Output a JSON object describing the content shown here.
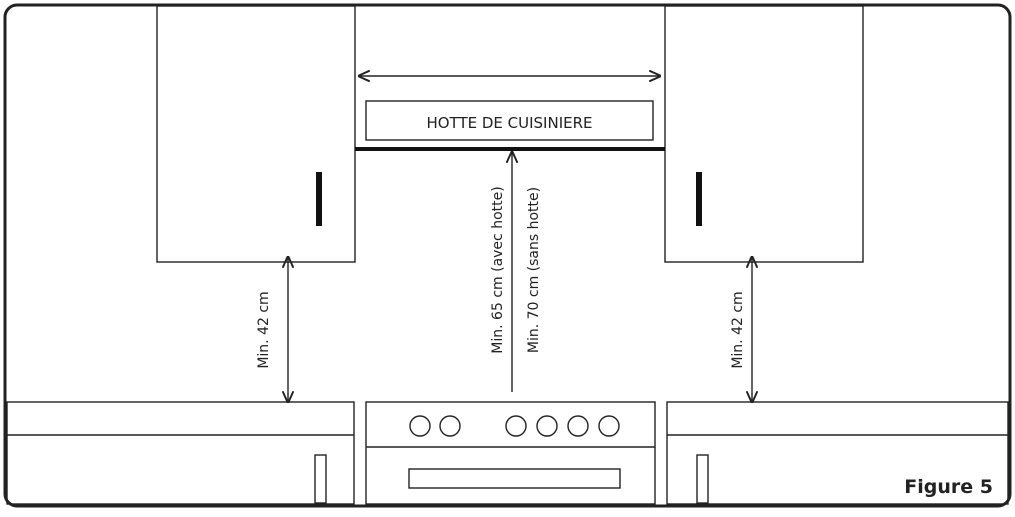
{
  "hood_label": "HOTTE DE CUISINIERE",
  "clearance_left": "Min. 42 cm",
  "clearance_right": "Min. 42 cm",
  "clearance_with_hood": "Min. 65 cm (avec hotte)",
  "clearance_without_hood": "Min. 70 cm (sans hotte)",
  "figure_label": "Figure 5"
}
